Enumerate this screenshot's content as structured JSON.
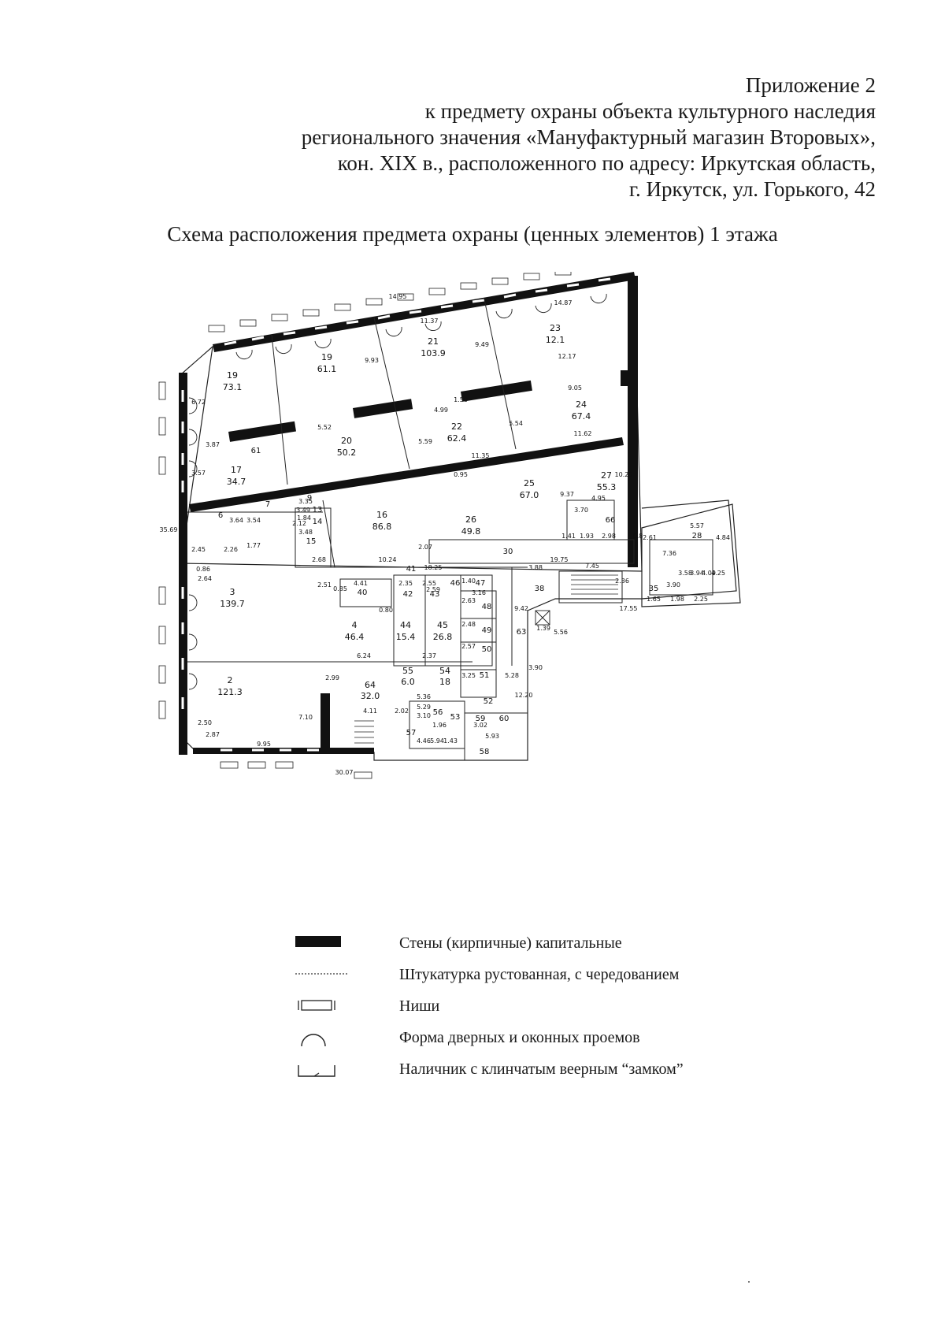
{
  "header": {
    "lines": [
      "Приложение 2",
      "к предмету охраны объекта культурного наследия",
      "регионального значения «Мануфактурный магазин Второвых»,",
      "кон. XIX в., расположенного по адресу: Иркутская область,",
      "г. Иркутск, ул. Горького, 42"
    ]
  },
  "subtitle": "Схема расположения предмета охраны (ценных элементов) 1 этажа",
  "plan": {
    "rooms": [
      {
        "num": "19",
        "area": "73.1"
      },
      {
        "num": "19",
        "area": "61.1"
      },
      {
        "num": "21",
        "area": "103.9"
      },
      {
        "num": "23",
        "area": "12.1"
      },
      {
        "num": "20",
        "area": "50.2"
      },
      {
        "num": "22",
        "area": "62.4"
      },
      {
        "num": "24",
        "area": "67.4"
      },
      {
        "num": "17",
        "area": "34.7"
      },
      {
        "num": "16",
        "area": "86.8"
      },
      {
        "num": "25",
        "area": "67.0"
      },
      {
        "num": "27",
        "area": "55.3"
      },
      {
        "num": "26",
        "area": "49.8"
      },
      {
        "num": "3",
        "area": "139.7"
      },
      {
        "num": "4",
        "area": "46.4"
      },
      {
        "num": "44",
        "area": "15.4"
      },
      {
        "num": "45",
        "area": "26.8"
      },
      {
        "num": "2",
        "area": "121.3"
      },
      {
        "num": "64",
        "area": "32.0"
      },
      {
        "num": "55",
        "area": "6.0"
      },
      {
        "num": "54",
        "area": "18"
      }
    ],
    "labels": [
      "6",
      "15",
      "30",
      "40",
      "41",
      "42",
      "43",
      "46",
      "47",
      "48",
      "49",
      "50",
      "51",
      "52",
      "53",
      "56",
      "57",
      "58",
      "59",
      "60",
      "38",
      "63",
      "66",
      "28",
      "35",
      "61",
      "13",
      "14",
      "7",
      "9"
    ],
    "dims": [
      "14.95",
      "11.37",
      "14.87",
      "9.93",
      "9.49",
      "12.17",
      "9.05",
      "6.72",
      "5.52",
      "4.99",
      "1.50",
      "5.59",
      "5.54",
      "11.62",
      "3.87",
      "11.35",
      "0.95",
      "9.37",
      "4.95",
      "10.25",
      "3.57",
      "3.35",
      "3.49",
      "1.84",
      "3.48",
      "2.68",
      "10.24",
      "18.25",
      "19.75",
      "3.88",
      "2.07",
      "1.93",
      "2.98",
      "1.41",
      "2.45",
      "2.26",
      "1.77",
      "0.86",
      "2.64",
      "2.51",
      "4.41",
      "0.85",
      "0.80",
      "2.35",
      "2.55",
      "2.59",
      "1.40",
      "3.16",
      "2.63",
      "2.48",
      "2.57",
      "9.42",
      "1.39",
      "6.24",
      "2.37",
      "3.25",
      "5.28",
      "5.56",
      "3.90",
      "2.99",
      "5.36",
      "5.29",
      "3.10",
      "1.96",
      "2.02",
      "4.11",
      "5.93",
      "3.02",
      "12.20",
      "2.50",
      "2.87",
      "7.10",
      "9.95",
      "4.46",
      "5.94",
      "1.43",
      "30.07",
      "35.69",
      "3.64",
      "3.54",
      "7.45",
      "2.36",
      "17.55",
      "3.90",
      "3.58",
      "3.94",
      "4.09",
      "4.25",
      "1.65",
      "1.98",
      "2.25",
      "7.36",
      "5.57",
      "4.84",
      "2.61",
      "0.8",
      "3.70",
      "2.12"
    ]
  },
  "legend": {
    "items": [
      {
        "icon": "wall-bar-icon",
        "text": "Стены (кирпичные) капитальные"
      },
      {
        "icon": "dashed-line-icon",
        "text": "Штукатурка рустованная, с чередованием"
      },
      {
        "icon": "niche-icon",
        "text": "Ниши"
      },
      {
        "icon": "arch-icon",
        "text": "Форма дверных и оконных проемов"
      },
      {
        "icon": "keystone-icon",
        "text": "Наличник с клинчатым веерным “замком”"
      }
    ]
  }
}
